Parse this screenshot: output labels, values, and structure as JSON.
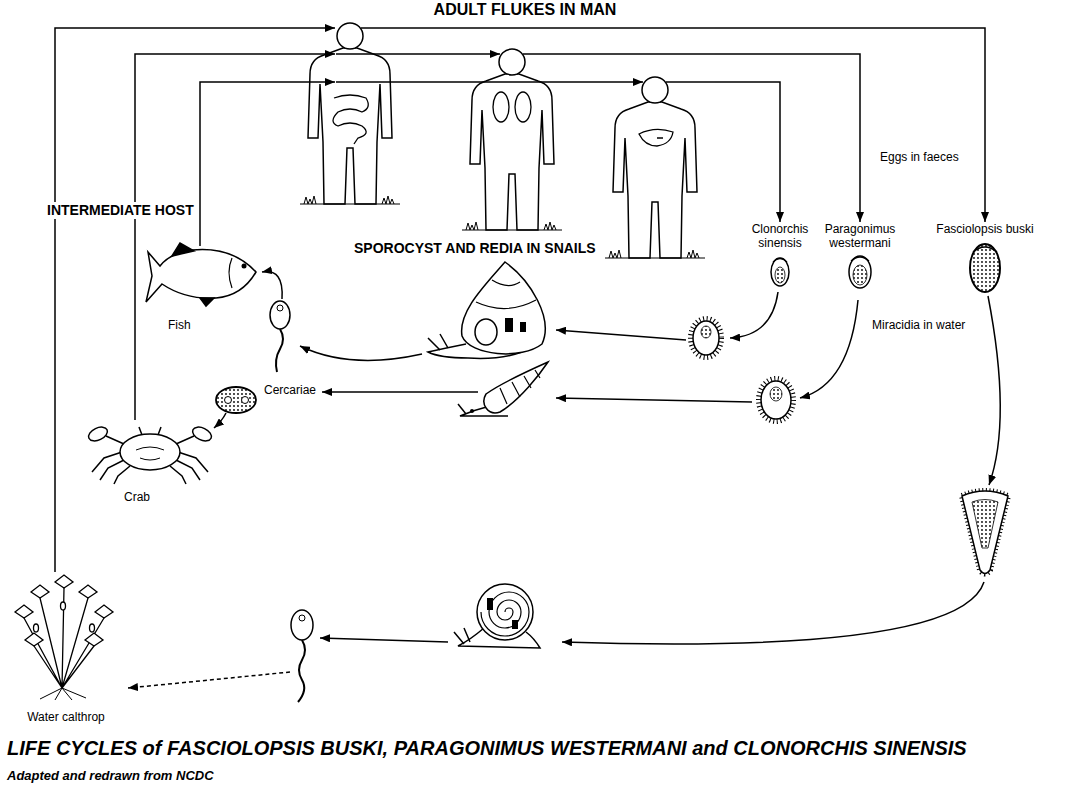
{
  "diagram": {
    "title": "LIFE CYCLES of FASCIOLOPSIS BUSKI, PARAGONIMUS WESTERMANI and CLONORCHIS SINENSIS",
    "caption": "Adapted and redrawn from NCDC",
    "nodes": [
      {
        "text": [
          "ADULT FLUKES IN MAN"
        ]
      },
      {
        "text": [
          "Clonorchis sinensis"
        ]
      },
      {
        "text": [
          "Paragonimus westermani"
        ]
      },
      {
        "text": [
          "Fasciolopsis buski"
        ]
      },
      {
        "text": [
          "Fish"
        ]
      },
      {
        "text": [
          "Crab"
        ]
      },
      {
        "text": [
          "Water calthrop"
        ]
      }
    ],
    "edges": [
      {
        "from": 0,
        "to": 1,
        "arrow": "to"
      },
      {
        "from": 0,
        "to": 2,
        "arrow": "to"
      },
      {
        "from": 0,
        "to": 3,
        "arrow": "to"
      },
      {
        "from": 4,
        "to": 0,
        "arrow": "to"
      },
      {
        "from": 5,
        "to": 0,
        "arrow": "to"
      },
      {
        "from": 6,
        "to": 0,
        "arrow": "to"
      }
    ],
    "labels": [
      "Eggs in faeces",
      "INTERMEDIATE HOST",
      "SPOROCYST AND REDIA IN SNAILS",
      "Miracidia in water",
      "Cercariae"
    ]
  }
}
